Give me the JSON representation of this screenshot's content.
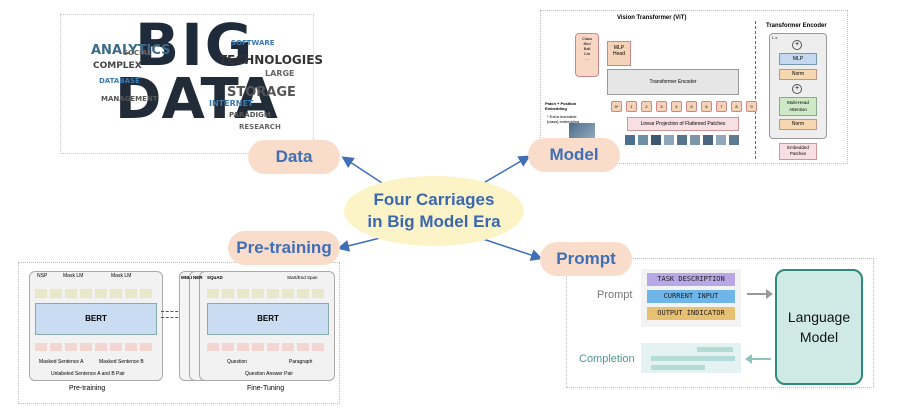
{
  "center": {
    "line1": "Four Carriages",
    "line2": "in Big Model Era"
  },
  "branches": {
    "data": "Data",
    "model": "Model",
    "pretraining": "Pre-training",
    "prompt": "Prompt"
  },
  "colors": {
    "pill_bg": "#f9dcc9",
    "pill_text": "#3f6fb6",
    "center_bg": "#fcf4c6",
    "lm_bg": "#cfe9e4",
    "lm_border": "#2f8a7d"
  },
  "wordcloud": {
    "big": "BIG",
    "data": "DATA",
    "words": [
      "ANALYTICS",
      "TECHNOLOGIES",
      "STORAGE",
      "COMPLEX",
      "INTERNET",
      "SOCIAL",
      "LARGE",
      "PARADIGM",
      "SOFTWARE",
      "MANAGEMENT",
      "DATABASE",
      "RESEARCH"
    ]
  },
  "vit": {
    "title": "Vision Transformer (ViT)",
    "encoder_title": "Transformer Encoder",
    "class_box": "Class\nBird\nBall\nCar\n...",
    "mlp_head": "MLP\nHead",
    "encoder": "Transformer Encoder",
    "patch_label": "Patch + Position\nEmbedding",
    "extra_label": "* Extra learnable\n[class] embedding",
    "linear": "Linear Projection of Flattened Patches",
    "tokens": [
      "0*",
      "1",
      "2",
      "3",
      "4",
      "5",
      "6",
      "7",
      "8",
      "9"
    ],
    "enc_lx": "L x",
    "enc_mlp": "MLP",
    "enc_norm1": "Norm",
    "enc_mha": "Multi-Head\nAttention",
    "enc_norm2": "Norm",
    "embedded": "Embedded\nPatches"
  },
  "bert": {
    "pre_model": "BERT",
    "ft_model": "BERT",
    "nsp": "NSP",
    "mask_lm1": "Mask LM",
    "mask_lm2": "Mask LM",
    "sent_a": "Masked Sentence A",
    "sent_b": "Masked Sentence B",
    "pair": "Unlabeled Sentence A and B Pair",
    "pre_caption": "Pre-training",
    "ft_caption": "Fine-Tuning",
    "ft_tabs": [
      "MNLI",
      "NER",
      "SQuAD"
    ],
    "startend": "Start/End Span",
    "question": "Question",
    "paragraph": "Paragraph",
    "qa_pair": "Question Answer Pair"
  },
  "prompt": {
    "prompt_label": "Prompt",
    "completion_label": "Completion",
    "task": "TASK DESCRIPTION",
    "current": "CURRENT INPUT",
    "output": "OUTPUT INDICATOR",
    "lm": "Language\nModel"
  }
}
